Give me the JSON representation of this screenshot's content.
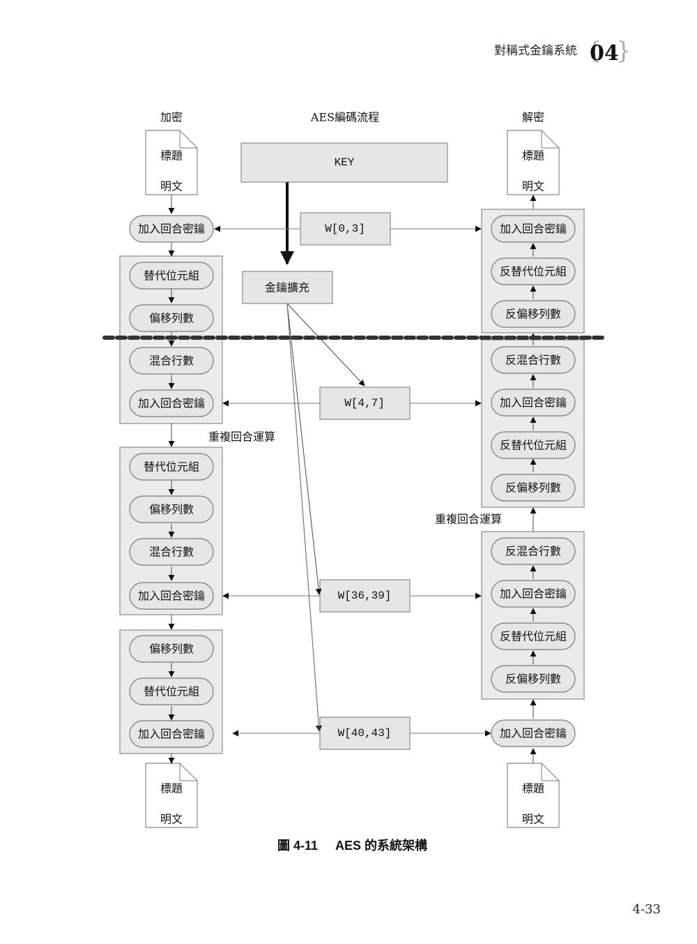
{
  "header": {
    "chapter_title": "對稱式金鑰系統",
    "chapter_number": "04"
  },
  "diagram": {
    "encrypt_label": "加密",
    "decrypt_label": "解密",
    "flow_title": "AES編碼流程",
    "key_label": "KEY",
    "key_expansion_label": "金鑰擴充",
    "repeat_label_left": "重複回合運算",
    "repeat_label_right": "重複回合運算",
    "doc_title": "標題",
    "doc_body": "明文",
    "round_keys": [
      "W[0,3]",
      "W[4,7]",
      "W[36,39]",
      "W[40,43]"
    ],
    "encrypt_steps": {
      "initial": "加入回合密鑰",
      "round1": [
        "替代位元組",
        "偏移列數",
        "混合行數",
        "加入回合密鑰"
      ],
      "round9": [
        "替代位元組",
        "偏移列數",
        "混合行數",
        "加入回合密鑰"
      ],
      "final": [
        "偏移列數",
        "替代位元組",
        "加入回合密鑰"
      ]
    },
    "decrypt_steps": {
      "top_group": [
        "加入回合密鑰",
        "反替代位元組",
        "反偏移列數"
      ],
      "mid_group": [
        "反混合行數",
        "加入回合密鑰",
        "反替代位元組",
        "反偏移列數"
      ],
      "low_group": [
        "反混合行數",
        "加入回合密鑰",
        "反替代位元組",
        "反偏移列數"
      ],
      "initial": "加入回合密鑰"
    }
  },
  "caption": {
    "figure_label": "圖 4-11",
    "figure_title": "AES 的系統架構"
  },
  "footer": {
    "page_number": "4-33"
  }
}
